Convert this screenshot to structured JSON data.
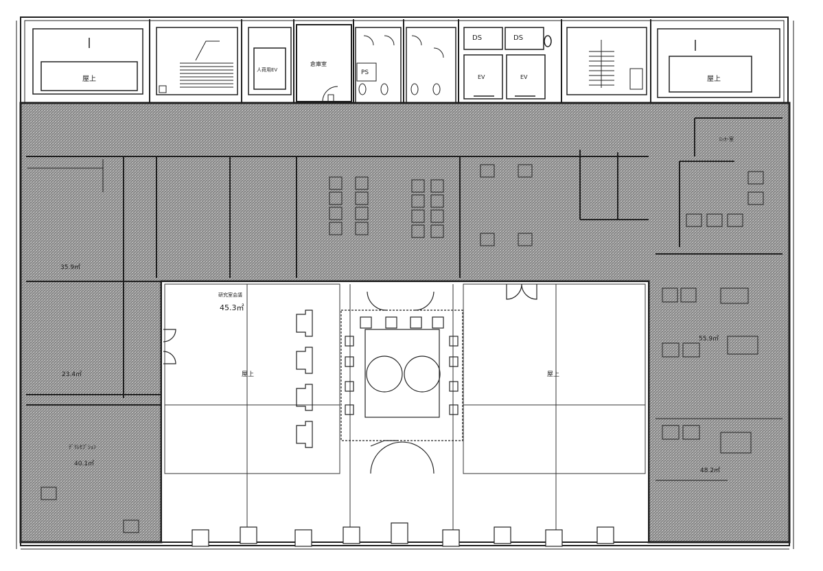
{
  "labels": {
    "roof_left": "屋上",
    "roof_right": "屋上",
    "lift_label": "人荷用EV",
    "storage_top": "倉庫室",
    "ps": "PS",
    "ds1": "DS",
    "ds2": "DS",
    "ev1": "EV",
    "ev2": "EV",
    "court_left": "屋上",
    "court_right": "屋上",
    "center_room": "研究室会議",
    "area_center": "45.3㎡",
    "area_left_mid": "35.9㎡",
    "area_left_low": "23.4㎡",
    "area_right_mid": "55.9㎡",
    "area_right_low": "48.2㎡",
    "reception": "ﾃﾞﾘﾚｾﾌﾟｼｮﾝ",
    "locker": "ﾛｯｶｰ室",
    "area_reception": "40.1㎡"
  },
  "colors": {
    "hatch": "#8f8f8f",
    "line": "#1e1e1e",
    "paper": "#ffffff"
  }
}
